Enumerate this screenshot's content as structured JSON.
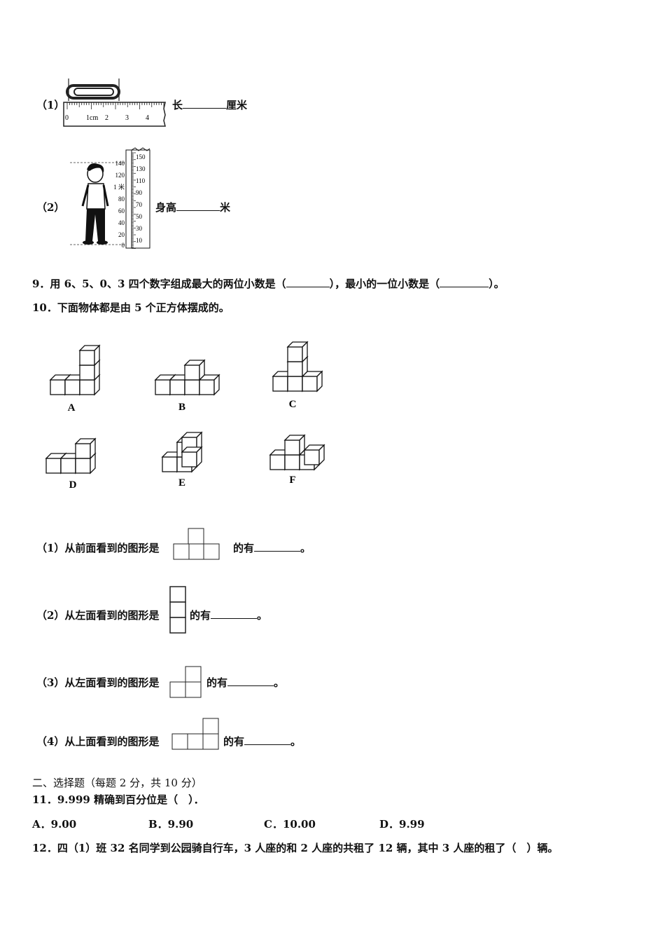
{
  "q8": {
    "part1": {
      "index": "（1）",
      "prefix": "长",
      "suffix": "厘米",
      "ruler_ticks": [
        "0",
        "1cm",
        "2",
        "3",
        "4"
      ]
    },
    "part2": {
      "index": "（2）",
      "prefix": "身高",
      "suffix": "米",
      "left_scale": [
        "140",
        "120",
        "1 米",
        "80",
        "60",
        "40",
        "20",
        "0"
      ],
      "right_scale": [
        "150",
        "130",
        "110",
        "90",
        "70",
        "50",
        "30",
        "10"
      ]
    }
  },
  "q9": {
    "text": "9．用 6、5、0、3 四个数字组成最大的两位小数是（",
    "mid": "），最小的一位小数是（",
    "end": "）。"
  },
  "q10": {
    "text": "10．下面物体都是由 5 个正方体摆成的。",
    "figures": [
      "A",
      "B",
      "C",
      "D",
      "E",
      "F"
    ],
    "sub": [
      {
        "prefix": "（1）从前面看到的图形是",
        "suffix": "的有",
        "end": "。"
      },
      {
        "prefix": "（2）从左面看到的图形是",
        "suffix": "的有",
        "end": "。"
      },
      {
        "prefix": "（3）从左面看到的图形是",
        "suffix": "的有",
        "end": "。"
      },
      {
        "prefix": "（4）从上面看到的图形是",
        "suffix": "的有",
        "end": "。"
      }
    ]
  },
  "section2": {
    "title": "二、选择题（每题 2 分，共 10 分）"
  },
  "q11": {
    "text": "11．9.999 精确到百分位是（　）．",
    "options": [
      "A．9.00",
      "B．9.90",
      "C．10.00",
      "D．9.99"
    ]
  },
  "q12": {
    "text": "12．四（1）班 32 名同学到公园骑自行车，3 人座的和 2 人座的共租了 12 辆，其中 3 人座的租了（　）辆。"
  }
}
